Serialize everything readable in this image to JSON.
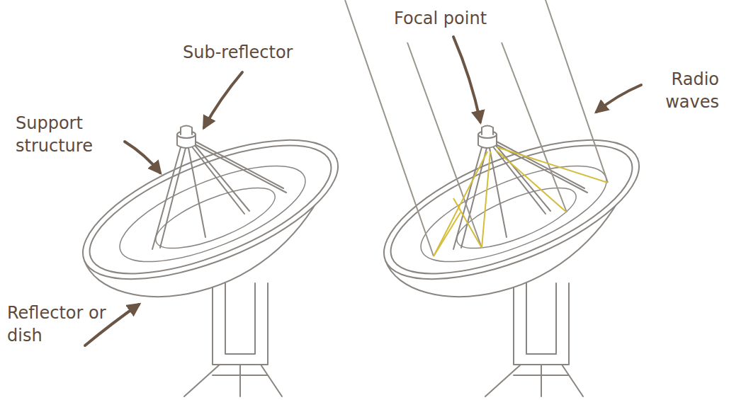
{
  "diagram": {
    "labels": [
      "Sub-reflector",
      "Support structure",
      "Reflector or dish",
      "Focal point",
      "Radio waves"
    ]
  }
}
